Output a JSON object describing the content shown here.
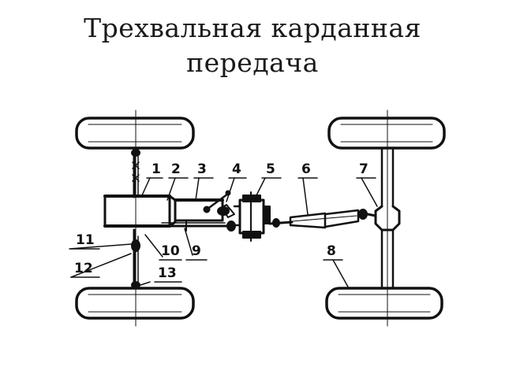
{
  "slide": {
    "title_line1": "Трехвальная карданная",
    "title_line2": "передача"
  },
  "diagram": {
    "ink_color": "#111111",
    "labels": {
      "l1": "1",
      "l2": "2",
      "l3": "3",
      "l4": "4",
      "l5": "5",
      "l6": "6",
      "l7": "7",
      "l8": "8",
      "l9": "9",
      "l10": "10",
      "l11": "11",
      "l12": "12",
      "l13": "13"
    }
  }
}
